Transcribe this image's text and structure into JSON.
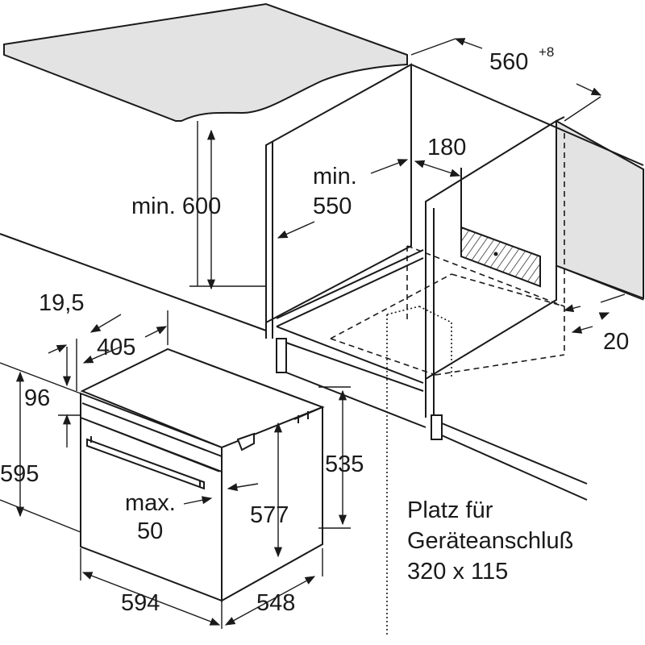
{
  "dimensions": {
    "niche_depth": "560",
    "niche_depth_tolerance": "+8",
    "min_height_above": "min. 600",
    "min_width_label": "min.",
    "min_width_value": "550",
    "vent_offset": "180",
    "rear_gap": "20",
    "panel_offset": "19,5",
    "top_depth": "405",
    "top_step": "96",
    "front_height": "595",
    "niche_height": "535",
    "inner_height": "577",
    "handle_clearance_label": "max.",
    "handle_clearance_value": "50",
    "front_width": "594",
    "body_depth": "548"
  },
  "note": {
    "line1": "Platz für",
    "line2": "Geräteanschluß",
    "line3": "320 x 115"
  }
}
